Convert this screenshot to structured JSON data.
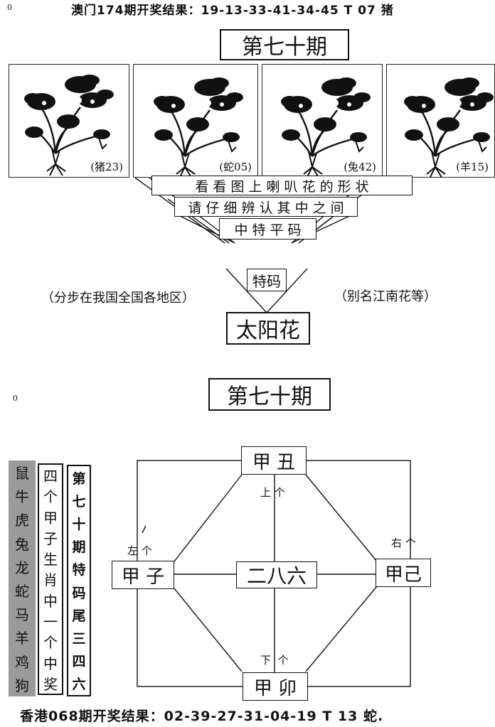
{
  "header": {
    "macau_result": "澳门174期开奖结果：19-13-33-41-34-45 T 07 猪"
  },
  "top": {
    "period_title": "第七十期",
    "side_marker": "0",
    "panels": [
      {
        "label": "(猪23)"
      },
      {
        "label": "(蛇05)"
      },
      {
        "label": "(兔42)"
      },
      {
        "label": "(羊15)"
      }
    ],
    "line1": "看 看 图 上 喇 叭 花 的 形 状",
    "line2": "请 仔 细 辨 认 其 中 之 间",
    "line3": "中 特 平 码",
    "special_code": "特码",
    "note_left": "（分步在我国全国各地区）",
    "note_right": "（别名江南花等）",
    "answer": "太阳花"
  },
  "bottom": {
    "period_title": "第七十期",
    "side_marker": "0",
    "zodiac_column": [
      "鼠",
      "牛",
      "虎",
      "兔",
      "龙",
      "蛇",
      "马",
      "羊",
      "鸡",
      "狗"
    ],
    "hint_column": [
      "四",
      "个",
      "甲",
      "子",
      "生",
      "肖",
      "中",
      "一",
      "个",
      "中",
      "奖"
    ],
    "tail_column": [
      "第",
      "七",
      "十",
      "期",
      "特",
      "码",
      "尾",
      "三",
      "四",
      "六"
    ],
    "diagram": {
      "top_node": "甲 丑",
      "left_node": "甲 子",
      "right_node": "甲己",
      "bottom_node": "甲 卯",
      "center_node": "二八六",
      "top_inner": "上 个",
      "left_outer": "左 个",
      "right_outer": "右 个",
      "bottom_inner": "下  个"
    }
  },
  "footer": {
    "hk_result": "香港068期开奖结果：02-39-27-31-04-19 T 13 蛇."
  }
}
